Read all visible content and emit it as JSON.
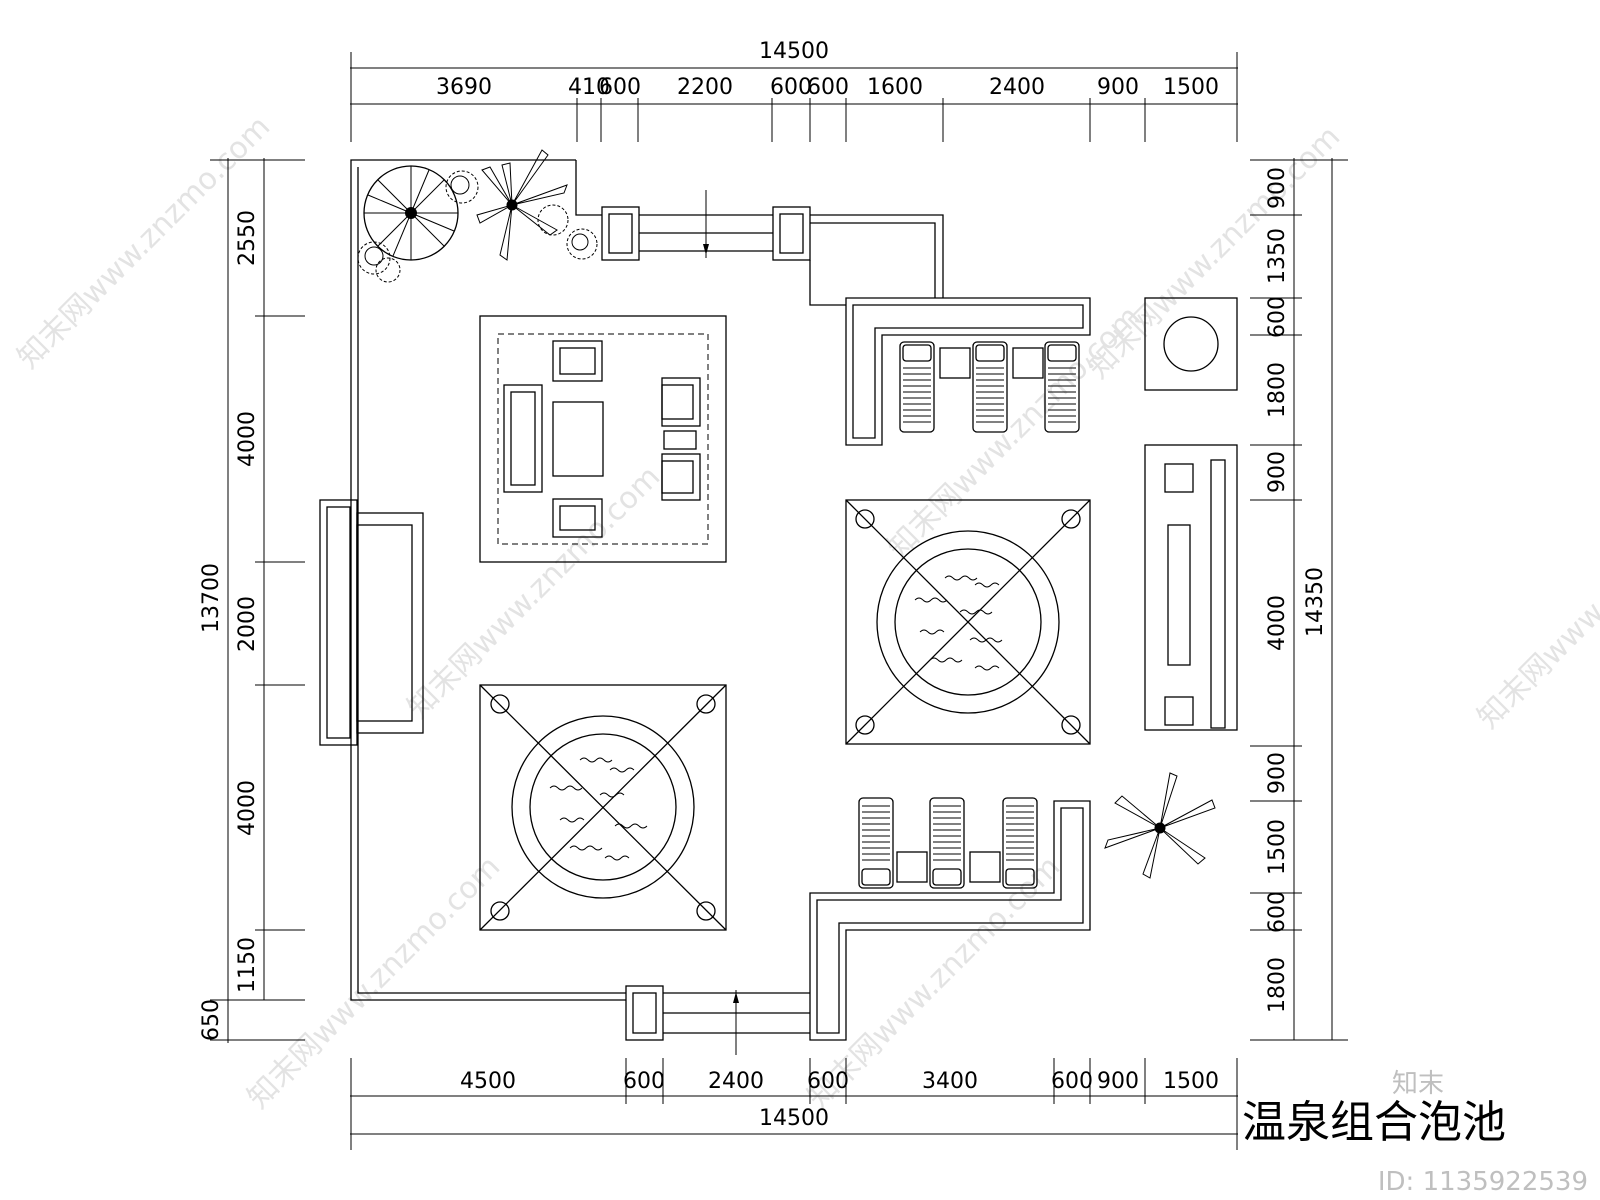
{
  "drawing": {
    "title": "温泉组合泡池",
    "image_id": "ID: 1135922539",
    "watermark": "知末网www.znzmo.com",
    "logo_text": "知末"
  },
  "dimensions": {
    "top_total": "14500",
    "top_segments": [
      "3690",
      "410",
      "600",
      "2200",
      "600",
      "600",
      "1600",
      "2400",
      "900",
      "1500"
    ],
    "bottom_total": "14500",
    "bottom_segments": [
      "4500",
      "600",
      "2400",
      "600",
      "3400",
      "600",
      "900",
      "1500"
    ],
    "left_total": "13700",
    "left_segments": [
      "2550",
      "4000",
      "2000",
      "4000",
      "1150",
      "650"
    ],
    "right_total": "14350",
    "right_segments": [
      "900",
      "1350",
      "600",
      "1800",
      "900",
      "4000",
      "900",
      "1500",
      "600",
      "1800"
    ]
  }
}
